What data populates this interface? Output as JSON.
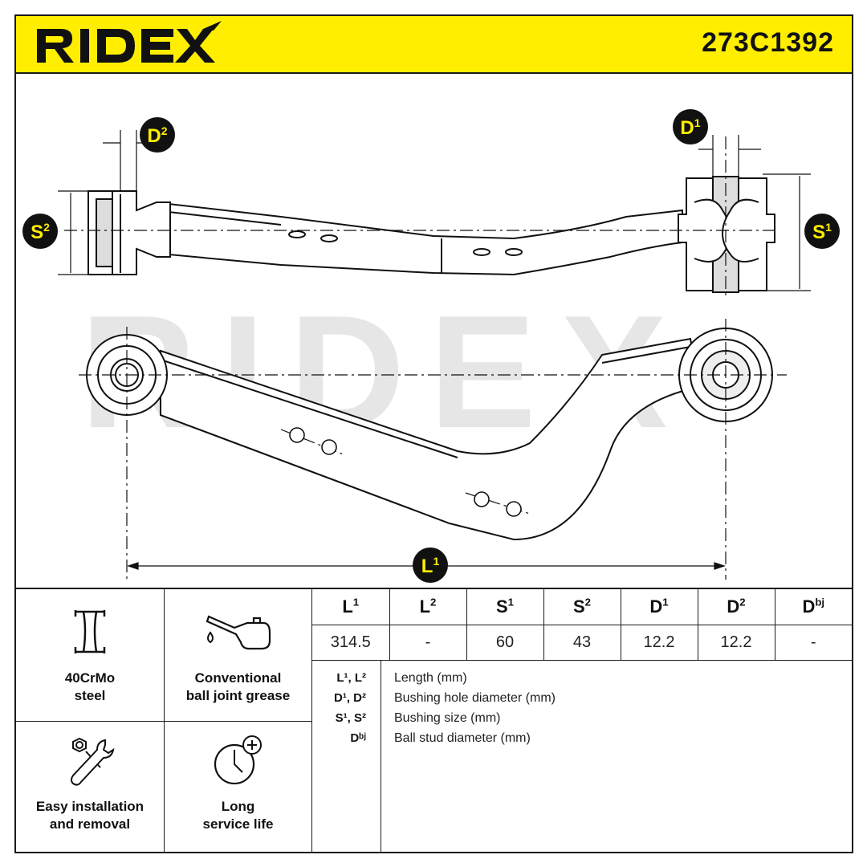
{
  "header": {
    "brand": "RIDEX",
    "part_number": "273C1392"
  },
  "drawing": {
    "labels": {
      "d2": {
        "base": "D",
        "sup": "2"
      },
      "d1": {
        "base": "D",
        "sup": "1"
      },
      "s2": {
        "base": "S",
        "sup": "2"
      },
      "s1": {
        "base": "S",
        "sup": "1"
      },
      "l1": {
        "base": "L",
        "sup": "1"
      }
    },
    "watermark": "RIDEX"
  },
  "features": [
    {
      "icon": "steel-beam-icon",
      "line1": "40CrMo",
      "line2": "steel"
    },
    {
      "icon": "grease-can-icon",
      "line1": "Conventional",
      "line2": "ball joint grease"
    },
    {
      "icon": "tools-icon",
      "line1": "Easy installation",
      "line2": "and removal"
    },
    {
      "icon": "clock-plus-icon",
      "line1": "Long",
      "line2": "service life"
    }
  ],
  "dimensions": {
    "headers": [
      {
        "base": "L",
        "sup": "1"
      },
      {
        "base": "L",
        "sup": "2"
      },
      {
        "base": "S",
        "sup": "1"
      },
      {
        "base": "S",
        "sup": "2"
      },
      {
        "base": "D",
        "sup": "1"
      },
      {
        "base": "D",
        "sup": "2"
      },
      {
        "base": "D",
        "sup": "bj"
      }
    ],
    "values": [
      "314.5",
      "-",
      "60",
      "43",
      "12.2",
      "12.2",
      "-"
    ]
  },
  "legend": [
    {
      "key": "L¹, L²",
      "desc": "Length (mm)"
    },
    {
      "key": "D¹, D²",
      "desc": "Bushing hole diameter (mm)"
    },
    {
      "key": "S¹, S²",
      "desc": "Bushing size (mm)"
    },
    {
      "key": "Dᵇʲ",
      "desc": "Ball stud diameter (mm)"
    }
  ],
  "colors": {
    "brand_yellow": "#ffee00",
    "ink": "#1a1a1a",
    "watermark": "#e4e4e4"
  }
}
